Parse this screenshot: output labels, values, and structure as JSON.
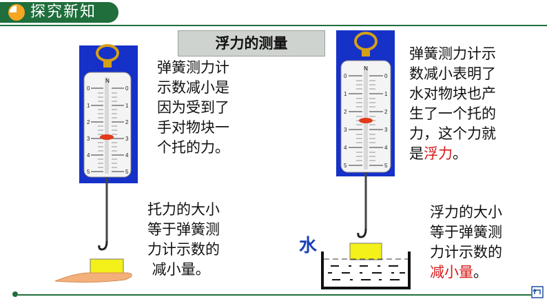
{
  "header": {
    "title": "探究新知"
  },
  "section_title": "浮力的测量",
  "left": {
    "explanation_lines": [
      "弹簧测力计",
      "示数减小是",
      "因为受到了",
      "手对物块一",
      "个托的力。"
    ],
    "conclusion_lines": [
      "托力的大小",
      "等于弹簧测",
      "力计示数的",
      " 减小量。"
    ]
  },
  "right": {
    "explanation_lines": [
      "弹簧测力计示",
      "数减小表明了",
      "水对物块也产",
      "生了一个托的",
      "力，这个力就"
    ],
    "explanation_last_prefix": "是",
    "explanation_last_highlight": "浮力",
    "explanation_last_suffix": "。",
    "conclusion_lines": [
      "浮力的大小",
      "等于弹簧测",
      "力计示数的"
    ],
    "conclusion_last_highlight": "减小量",
    "conclusion_last_suffix": "。",
    "water_label": "水"
  },
  "scale": {
    "top_mark": "N",
    "tick_numbers": [
      "0",
      "1",
      "2",
      "3",
      "4",
      "5"
    ]
  },
  "colors": {
    "header_green": "#1f6e3c",
    "scale_blue": "#1631c8",
    "highlight_red": "#d51a1a",
    "block_yellow": "#f3f01a"
  }
}
